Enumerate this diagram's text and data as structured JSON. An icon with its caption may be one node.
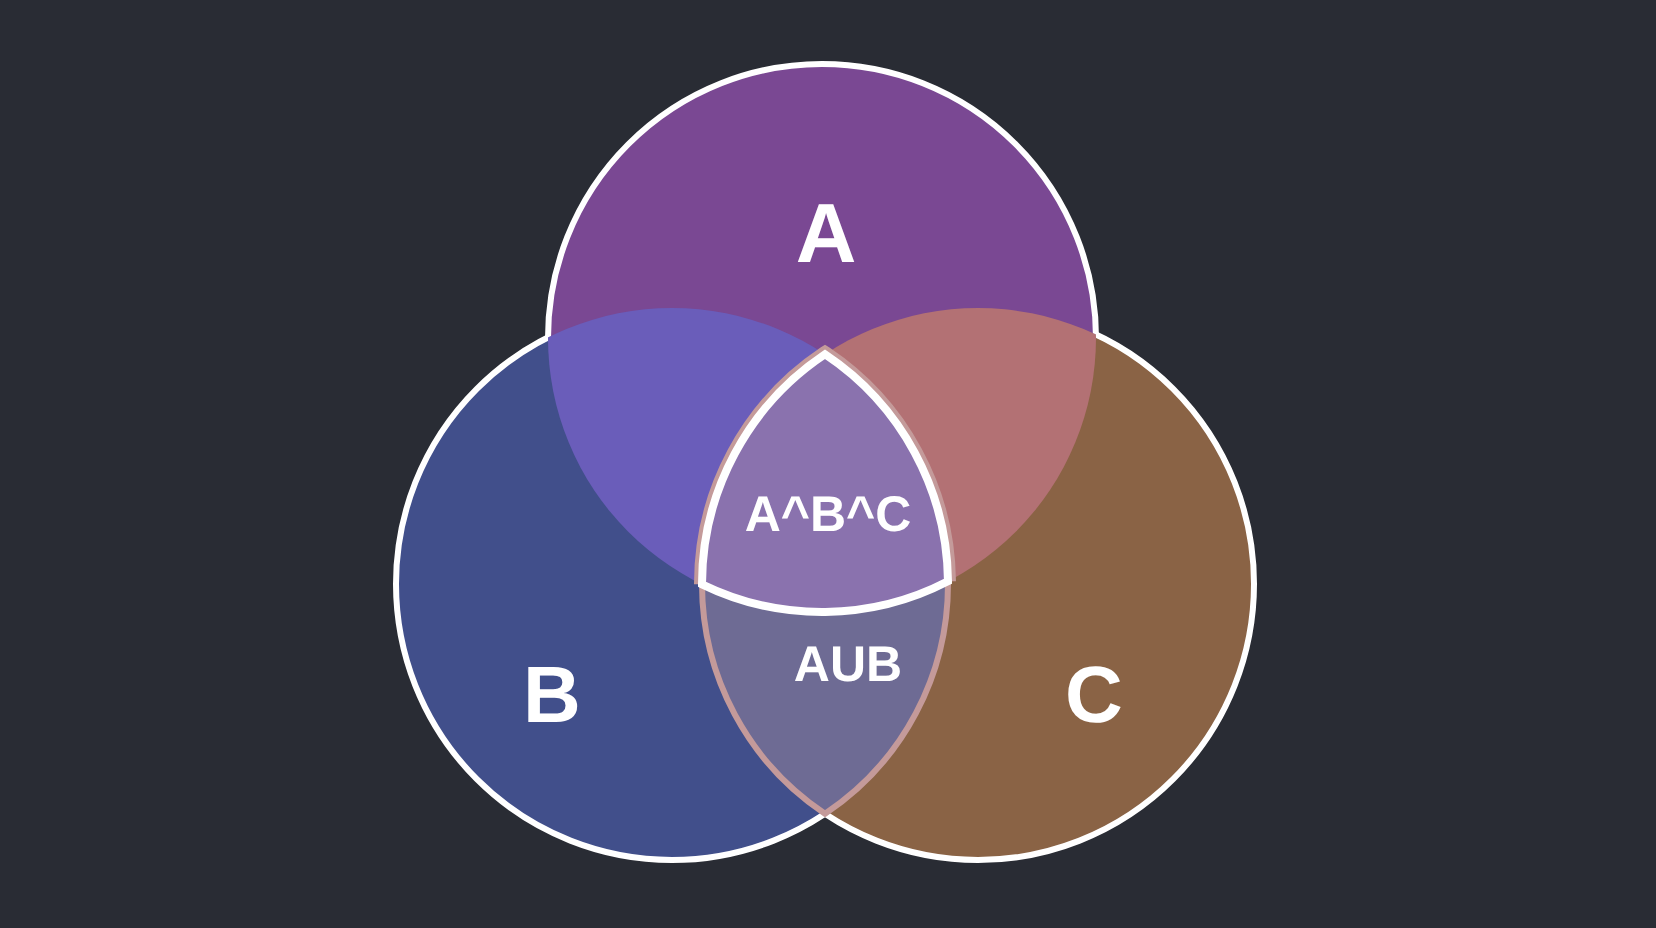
{
  "diagram": {
    "nodes": [
      {
        "text": [
          "A"
        ]
      },
      {
        "text": [
          "B"
        ]
      },
      {
        "text": [
          "C"
        ]
      },
      {
        "text": [
          "A^B^C"
        ]
      },
      {
        "text": [
          "AUB"
        ]
      }
    ]
  }
}
